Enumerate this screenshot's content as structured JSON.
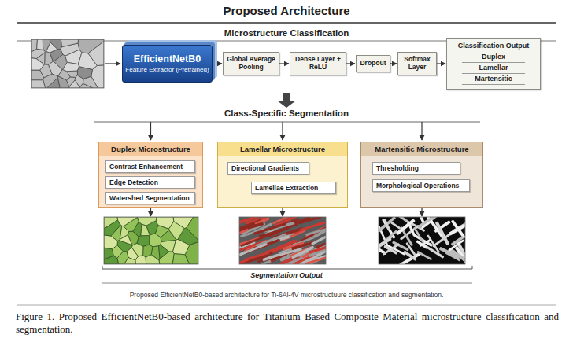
{
  "diagram": {
    "title": "Proposed Architecture",
    "caption": "Figure 1. Proposed EfficientNetB0-based architecture for Titanium Based Composite Material microstructure classification and segmentation.",
    "nodes": [
      {
        "text": [
          "EfficientNetB0",
          "Feature Extractor (Pretrained)"
        ]
      },
      {
        "text": [
          "Global Average Pooling"
        ]
      },
      {
        "text": [
          "Dense Layer + ReLU"
        ]
      },
      {
        "text": [
          "Dropout"
        ]
      },
      {
        "text": [
          "Softmax Layer"
        ]
      },
      {
        "text": [
          "Classification Output",
          "Duplex",
          "Lamellar",
          "Martensitic"
        ]
      },
      {
        "text": [
          "Duplex Microstructure"
        ]
      },
      {
        "text": [
          "Contrast Enhancement"
        ],
        "in": 6
      },
      {
        "text": [
          "Edge Detection"
        ],
        "in": 6
      },
      {
        "text": [
          "Watershed Segmentation"
        ],
        "in": 6
      },
      {
        "text": [
          "Lamellar Microstructure"
        ]
      },
      {
        "text": [
          "Directional Gradients"
        ],
        "in": 10
      },
      {
        "text": [
          "Lamellae Extraction"
        ],
        "in": 10
      },
      {
        "text": [
          "Martensitic Microstructure"
        ]
      },
      {
        "text": [
          "Thresholding"
        ],
        "in": 13
      },
      {
        "text": [
          "Morphological Operations"
        ],
        "in": 13
      }
    ],
    "edges": [
      {
        "from": 0,
        "to": 1,
        "arrow": "to"
      },
      {
        "from": 1,
        "to": 2,
        "arrow": "to"
      },
      {
        "from": 2,
        "to": 3,
        "arrow": "to"
      },
      {
        "from": 3,
        "to": 4,
        "arrow": "to"
      },
      {
        "from": 4,
        "to": 5,
        "arrow": "to"
      },
      {
        "from": 11,
        "to": 12,
        "arrow": "to"
      }
    ],
    "labels": [
      "Microstructure Classification",
      "Class-Specific Segmentation",
      "Segmentation Output",
      "Proposed EfficientNetB0-based architecture for Ti-6Al-4V microstructuure classification and segmentation."
    ]
  }
}
